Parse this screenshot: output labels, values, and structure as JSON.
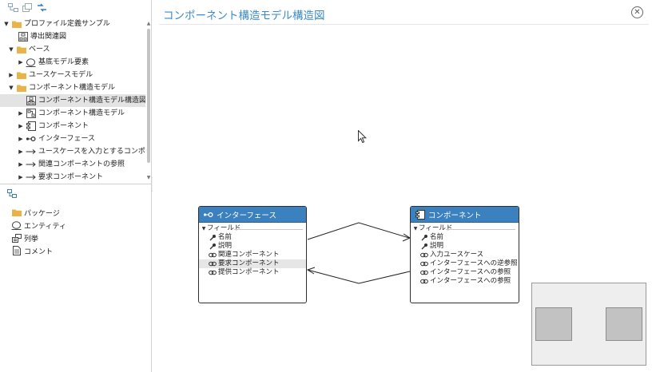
{
  "tree": {
    "items": [
      {
        "label": "プロファイル定義サンプル",
        "icon": "folder-icon",
        "expander": "expanded"
      },
      {
        "label": "導出関連図",
        "icon": "diagram-icon",
        "expander": "none"
      },
      {
        "label": "ベース",
        "icon": "folder-icon",
        "expander": "expanded"
      },
      {
        "label": "基底モデル要素",
        "icon": "entity-icon",
        "expander": "collapsed"
      },
      {
        "label": "ユースケースモデル",
        "icon": "folder-icon",
        "expander": "collapsed"
      },
      {
        "label": "コンポーネント構造モデル",
        "icon": "folder-icon",
        "expander": "expanded"
      },
      {
        "label": "コンポーネント構造モデル構造図",
        "icon": "structure-diagram-icon",
        "expander": "none"
      },
      {
        "label": "コンポーネント構造モデル",
        "icon": "model-icon",
        "expander": "collapsed"
      },
      {
        "label": "コンポーネント",
        "icon": "component-icon",
        "expander": "collapsed"
      },
      {
        "label": "インターフェース",
        "icon": "interface-icon",
        "expander": "collapsed"
      },
      {
        "label": "ユースケースを入力とするコンポーネ",
        "icon": "arrow-icon",
        "expander": "collapsed"
      },
      {
        "label": "関連コンポーネントの参照",
        "icon": "arrow-icon",
        "expander": "collapsed"
      },
      {
        "label": "要求コンポーネント",
        "icon": "arrow-icon",
        "expander": "collapsed"
      }
    ]
  },
  "palette": {
    "items": [
      {
        "label": "パッケージ",
        "icon": "folder-icon"
      },
      {
        "label": "エンティティ",
        "icon": "entity-icon"
      },
      {
        "label": "列挙",
        "icon": "enumeration-icon"
      },
      {
        "label": "コメント",
        "icon": "comment-icon"
      }
    ]
  },
  "diagram": {
    "title": "コンポーネント構造モデル構造図",
    "entities": [
      {
        "name": "インターフェース",
        "icon": "interface-icon",
        "section": "フィールド",
        "fields": [
          {
            "label": "名前",
            "icon": "key-icon"
          },
          {
            "label": "説明",
            "icon": "key-icon"
          },
          {
            "label": "関連コンポーネント",
            "icon": "link-icon"
          },
          {
            "label": "要求コンポーネント",
            "icon": "link-icon",
            "highlighted": true
          },
          {
            "label": "提供コンポーネント",
            "icon": "link-icon"
          }
        ]
      },
      {
        "name": "コンポーネント",
        "icon": "component-icon",
        "section": "フィールド",
        "fields": [
          {
            "label": "名前",
            "icon": "key-icon"
          },
          {
            "label": "説明",
            "icon": "key-icon"
          },
          {
            "label": "入力ユースケース",
            "icon": "link-icon"
          },
          {
            "label": "インターフェースへの逆参照",
            "icon": "link-icon"
          },
          {
            "label": "インターフェースへの参照",
            "icon": "link-icon"
          },
          {
            "label": "インターフェースへの参照",
            "icon": "link-icon"
          }
        ]
      }
    ]
  },
  "colors": {
    "accent": "#3a8ac9",
    "entity_header": "#3b80bf",
    "selection": "#e3e3e3"
  }
}
